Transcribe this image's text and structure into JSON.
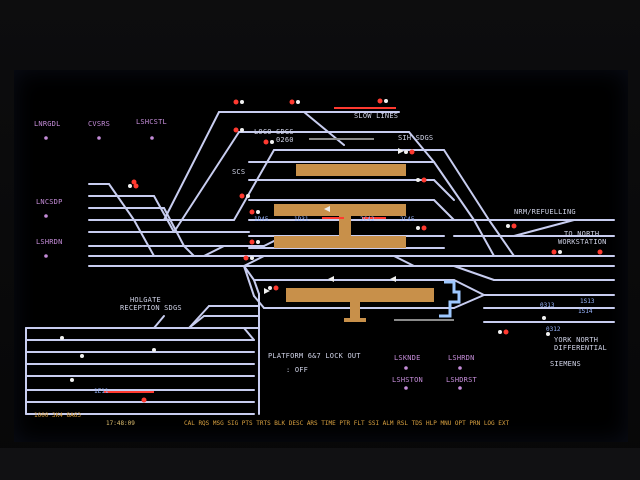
{
  "labels": {
    "slow_lines": "SLOW LINES",
    "loco_sdgs": "LOCO SDGS",
    "loco_code": "0260",
    "sih_sdgs": "SIH SDGS",
    "holgate": "HOLGATE",
    "reception_sdgs": "RECEPTION SDGS",
    "refuelling": "NRM/REFUELLING",
    "to_north_workstation": "TO NORTH",
    "workstation": "WORKSTATION",
    "platform_lockout": "PLATFORM 6&7 LOCK OUT",
    "lockout_state": ": OFF",
    "siemens": "SIEMENS",
    "time": "17:48:09",
    "ident_left": "1000 3K4 8A63",
    "train_1d45": "1D45",
    "train_1d31": "1D31",
    "train_2c42": "2C42",
    "train_2c45": "2C45",
    "train_1e11": "1E11",
    "train_1s14": "1S14",
    "train_1s13": "1S13",
    "area_a": "SCS",
    "signal_0313": "0313",
    "signal_0312": "0312",
    "york_sig": "YORK NORTH",
    "york_sig2": "DIFFERENTIAL"
  },
  "magenta_labels": {
    "m1": "LNRGDL",
    "m2": "CVSRS",
    "m3": "LSHCSTL",
    "m4": "LNCSDP",
    "m5": "LSHRDN",
    "m6": "LSKNDE",
    "m7": "LSHRDN",
    "m8": "LSHSTON",
    "m9": "LSHDRST"
  },
  "status_bar": "CAL RQS  MSG  SIG  PTS  TRTS  BLK  DESC  ARS  TIME  PTR  FLT  SSI  ALM  RSL  TDS  HLP  MNU  OPT  PRN  LOG  EXT",
  "colors": {
    "track": "#c8cdf0",
    "platform": "#c8904a",
    "signal_red": "#ff3a30",
    "magenta": "#c48cd8",
    "route_cyan": "#7ab8ff"
  }
}
